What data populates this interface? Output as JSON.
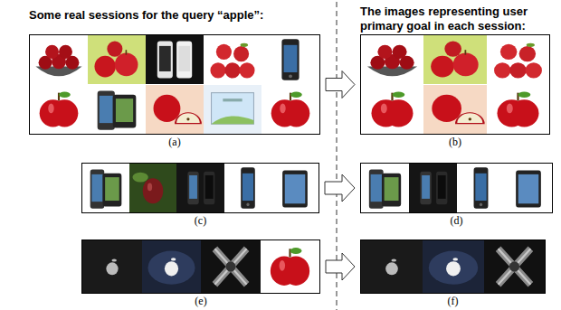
{
  "diagram": {
    "nodes": [
      {
        "text": [
          "(a)"
        ]
      },
      {
        "text": [
          "(b)"
        ]
      },
      {
        "text": [
          "(c)"
        ]
      },
      {
        "text": [
          "(d)"
        ]
      },
      {
        "text": [
          "(e)"
        ]
      },
      {
        "text": [
          "(f)"
        ]
      }
    ],
    "edges": [
      {
        "from": 0,
        "to": 1,
        "arrow": "to"
      },
      {
        "from": 2,
        "to": 3,
        "arrow": "to"
      },
      {
        "from": 4,
        "to": 5,
        "arrow": "to"
      }
    ],
    "labels": [
      "Some real sessions for the query “apple”:",
      "The images representing user primary goal in each session:"
    ]
  }
}
